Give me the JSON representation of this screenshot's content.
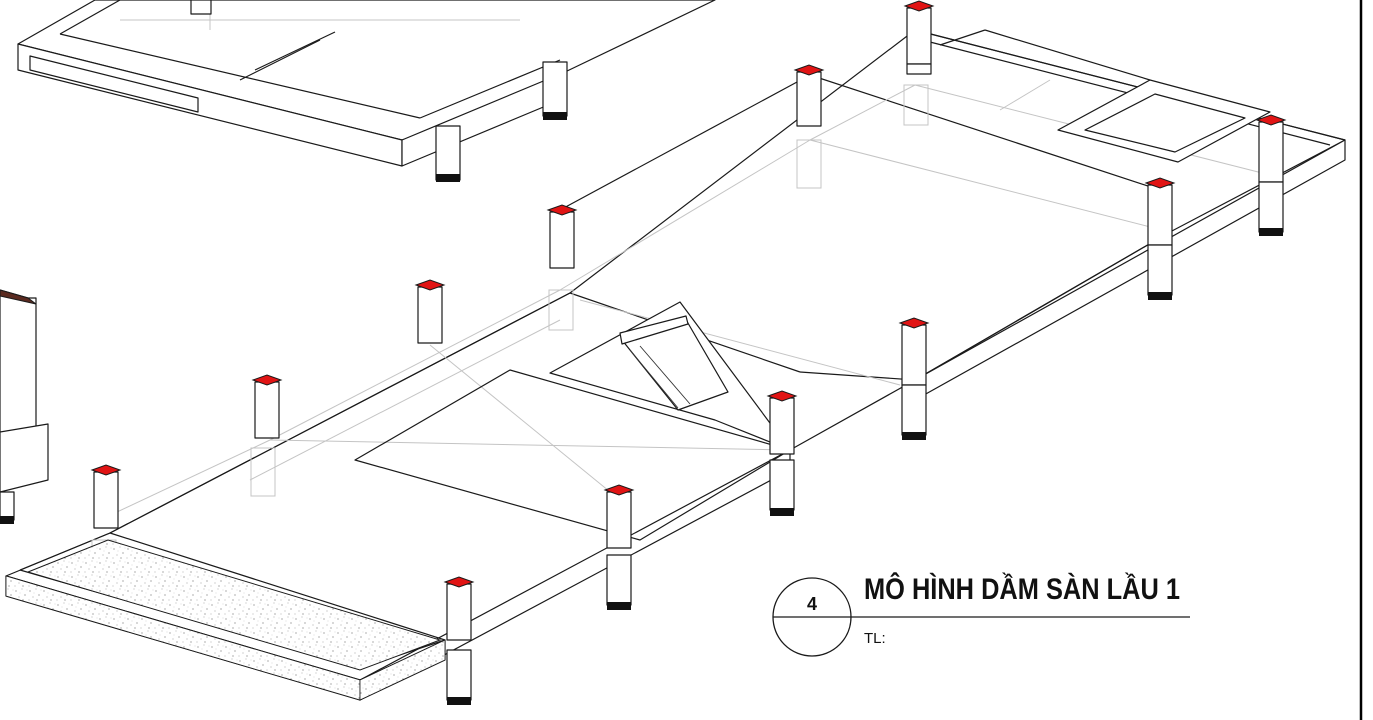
{
  "title_block": {
    "number": "4",
    "title": "MÔ HÌNH DẦM SÀN LẦU 1",
    "scale_label": "TL:"
  },
  "colors": {
    "column_cap": "#e11414",
    "line": "#1a1a1a",
    "hidden_line": "#c4c4c4",
    "frame_border": "#000000"
  }
}
